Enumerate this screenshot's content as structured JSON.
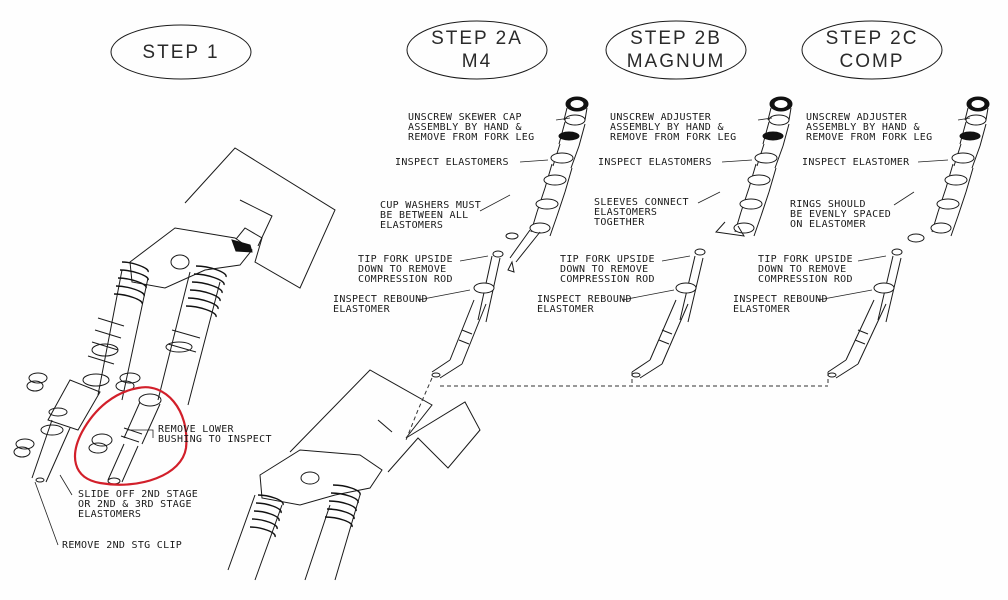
{
  "steps": [
    {
      "line1": "STEP 1",
      "line2": ""
    },
    {
      "line1": "STEP 2A",
      "line2": "M4"
    },
    {
      "line1": "STEP 2B",
      "line2": "MAGNUM"
    },
    {
      "line1": "STEP 2C",
      "line2": "COMP"
    }
  ],
  "labels": {
    "remove_lower_1": "REMOVE LOWER",
    "remove_lower_2": "BUSHING TO INSPECT",
    "slide_off_1": "SLIDE OFF 2ND STAGE",
    "slide_off_2": "OR 2ND & 3RD STAGE",
    "slide_off_3": "ELASTOMERS",
    "remove_clip": "REMOVE 2ND STG CLIP",
    "m4_unscrew_1": "UNSCREW SKEWER CAP",
    "m4_unscrew_2": "ASSEMBLY BY HAND &",
    "m4_unscrew_3": "REMOVE FROM FORK LEG",
    "m4_inspect": "INSPECT ELASTOMERS",
    "m4_cup_1": "CUP WASHERS MUST",
    "m4_cup_2": "BE BETWEEN ALL",
    "m4_cup_3": "ELASTOMERS",
    "m4_tip_1": "TIP FORK UPSIDE",
    "m4_tip_2": "DOWN TO REMOVE",
    "m4_tip_3": "COMPRESSION ROD",
    "m4_rebound_1": "INSPECT REBOUND",
    "m4_rebound_2": "ELASTOMER",
    "mag_unscrew_1": "UNSCREW ADJUSTER",
    "mag_unscrew_2": "ASSEMBLY BY HAND &",
    "mag_unscrew_3": "REMOVE FROM FORK LEG",
    "mag_inspect": "INSPECT ELASTOMERS",
    "mag_sleeve_1": "SLEEVES CONNECT",
    "mag_sleeve_2": "ELASTOMERS",
    "mag_sleeve_3": "TOGETHER",
    "mag_tip_1": "TIP FORK UPSIDE",
    "mag_tip_2": "DOWN TO REMOVE",
    "mag_tip_3": "COMPRESSION ROD",
    "mag_rebound_1": "INSPECT REBOUND",
    "mag_rebound_2": "ELASTOMER",
    "comp_unscrew_1": "UNSCREW ADJUSTER",
    "comp_unscrew_2": "ASSEMBLY BY HAND &",
    "comp_unscrew_3": "REMOVE FROM FORK LEG",
    "comp_inspect": "INSPECT ELASTOMER",
    "comp_rings_1": "RINGS SHOULD",
    "comp_rings_2": "BE EVENLY SPACED",
    "comp_rings_3": "ON ELASTOMER",
    "comp_tip_1": "TIP FORK UPSIDE",
    "comp_tip_2": "DOWN TO REMOVE",
    "comp_tip_3": "COMPRESSION ROD",
    "comp_rebound_1": "INSPECT REBOUND",
    "comp_rebound_2": "ELASTOMER"
  },
  "colors": {
    "ink": "#1a1a1a",
    "highlight": "#d21f2a"
  }
}
